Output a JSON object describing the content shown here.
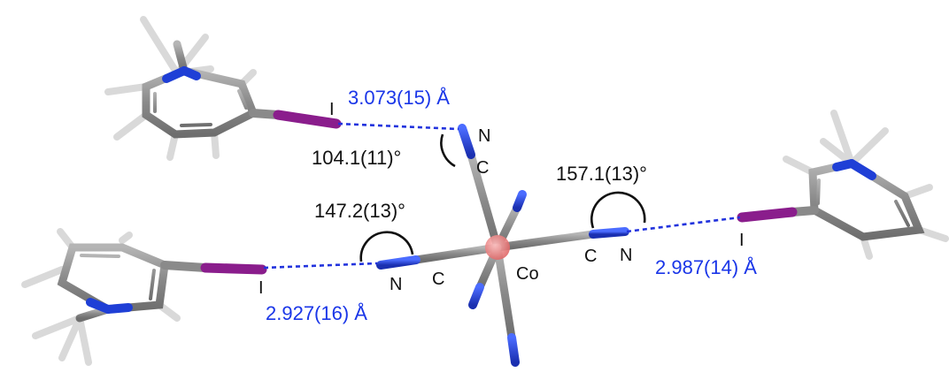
{
  "labels": {
    "distance_top": "3.073(15) Å",
    "distance_left": "2.927(16) Å",
    "distance_right": "2.987(14) Å",
    "angle_top": "104.1(11)°",
    "angle_left": "147.2(13)°",
    "angle_right": "157.1(13)°",
    "atom_I": "I",
    "atom_N": "N",
    "atom_C": "C",
    "atom_Co": "Co"
  },
  "colors": {
    "carbon": "#8c8c8c",
    "nitrogen": "#1f3fd6",
    "iodine": "#8a1d8c",
    "hydrogen": "#e6e6e6",
    "cobalt": "#f08a8a",
    "contact_line": "#2233dd",
    "distance_text": "#1a36e8"
  }
}
